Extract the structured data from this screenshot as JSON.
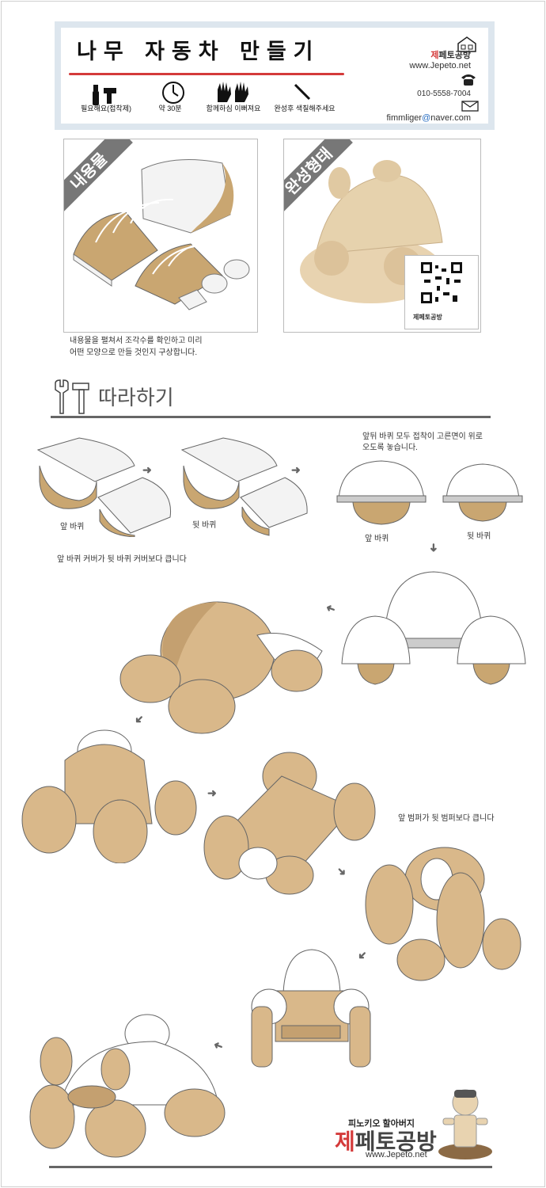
{
  "header": {
    "title": "나무 자동차 만들기",
    "requirements": [
      {
        "icon": "glue-gun-icon",
        "label": "필요해요(접착제)"
      },
      {
        "icon": "clock-icon",
        "label": "약 30분"
      },
      {
        "icon": "hands-icon",
        "label": "함께하심 이뻐져요"
      },
      {
        "icon": "pen-icon",
        "label": "완성후 색칠해주세요"
      }
    ],
    "brand_red": "제",
    "brand_rest": "페토공방",
    "website": "www.Jepeto.net",
    "phone": "010-5558-7004",
    "email_user": "fimmliger",
    "email_at": "@",
    "email_domain": "naver.com"
  },
  "photos": {
    "contents_ribbon": "내용물",
    "finished_ribbon": "완성형태",
    "qr_brand": "제페토공방",
    "caption_line1": "내용물을 펼쳐서 조각수를 확인하고  미리",
    "caption_line2": "어떤 모양으로 만들 것인지 구상합니다."
  },
  "steps": {
    "section_title": "따라하기",
    "front_wheel_1": "앞 바퀴",
    "rear_wheel_1": "뒷 바퀴",
    "cover_note": "앞 바퀴 커버가 뒷 바퀴 커버보다 큽니다",
    "flat_note_1": "앞뒤 바퀴 모두 접착이 고른면이 위로",
    "flat_note_2": "오도록 놓습니다.",
    "front_wheel_2": "앞 바퀴",
    "rear_wheel_2": "뒷 바퀴",
    "bumper_note": "앞 범퍼가 뒷 범퍼보다 큽니다"
  },
  "footer": {
    "subtitle": "피노키오 할아버지",
    "brand_red": "제",
    "brand_rest": "페토공방",
    "website": "www.Jepeto.net"
  },
  "colors": {
    "accent_red": "#d43a3a",
    "wood": "#d9b88a",
    "wood_dark": "#b8925f",
    "header_bg": "#dde6ee"
  }
}
